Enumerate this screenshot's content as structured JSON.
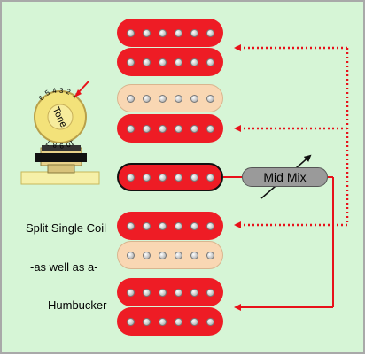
{
  "knob": {
    "tone_word": "Tone",
    "numbers": "654321 10 9 8 7"
  },
  "pickups": [
    {
      "name": "neck",
      "coils": [
        "red",
        "red"
      ],
      "poles": 6
    },
    {
      "name": "middle-upper",
      "coils": [
        "cream",
        "red"
      ],
      "poles": 6
    },
    {
      "name": "middle-single",
      "coils": [
        "red"
      ],
      "poles": 6,
      "selected": true
    },
    {
      "name": "bridge-upper",
      "coils": [
        "red",
        "cream"
      ],
      "poles": 6
    },
    {
      "name": "bridge-humbucker",
      "coils": [
        "red",
        "red"
      ],
      "poles": 6
    }
  ],
  "labels": {
    "mid_mix": "Mid Mix",
    "split_single_coil": "Split Single Coil",
    "as_well_as": "-as well as a-",
    "humbucker": "Humbucker"
  },
  "colors": {
    "background": "#d6f5d6",
    "coil_red": "#ee1c25",
    "coil_cream": "#f9d7b3",
    "wire_red": "#e8111a",
    "pot_grey": "#9a9a9a"
  }
}
